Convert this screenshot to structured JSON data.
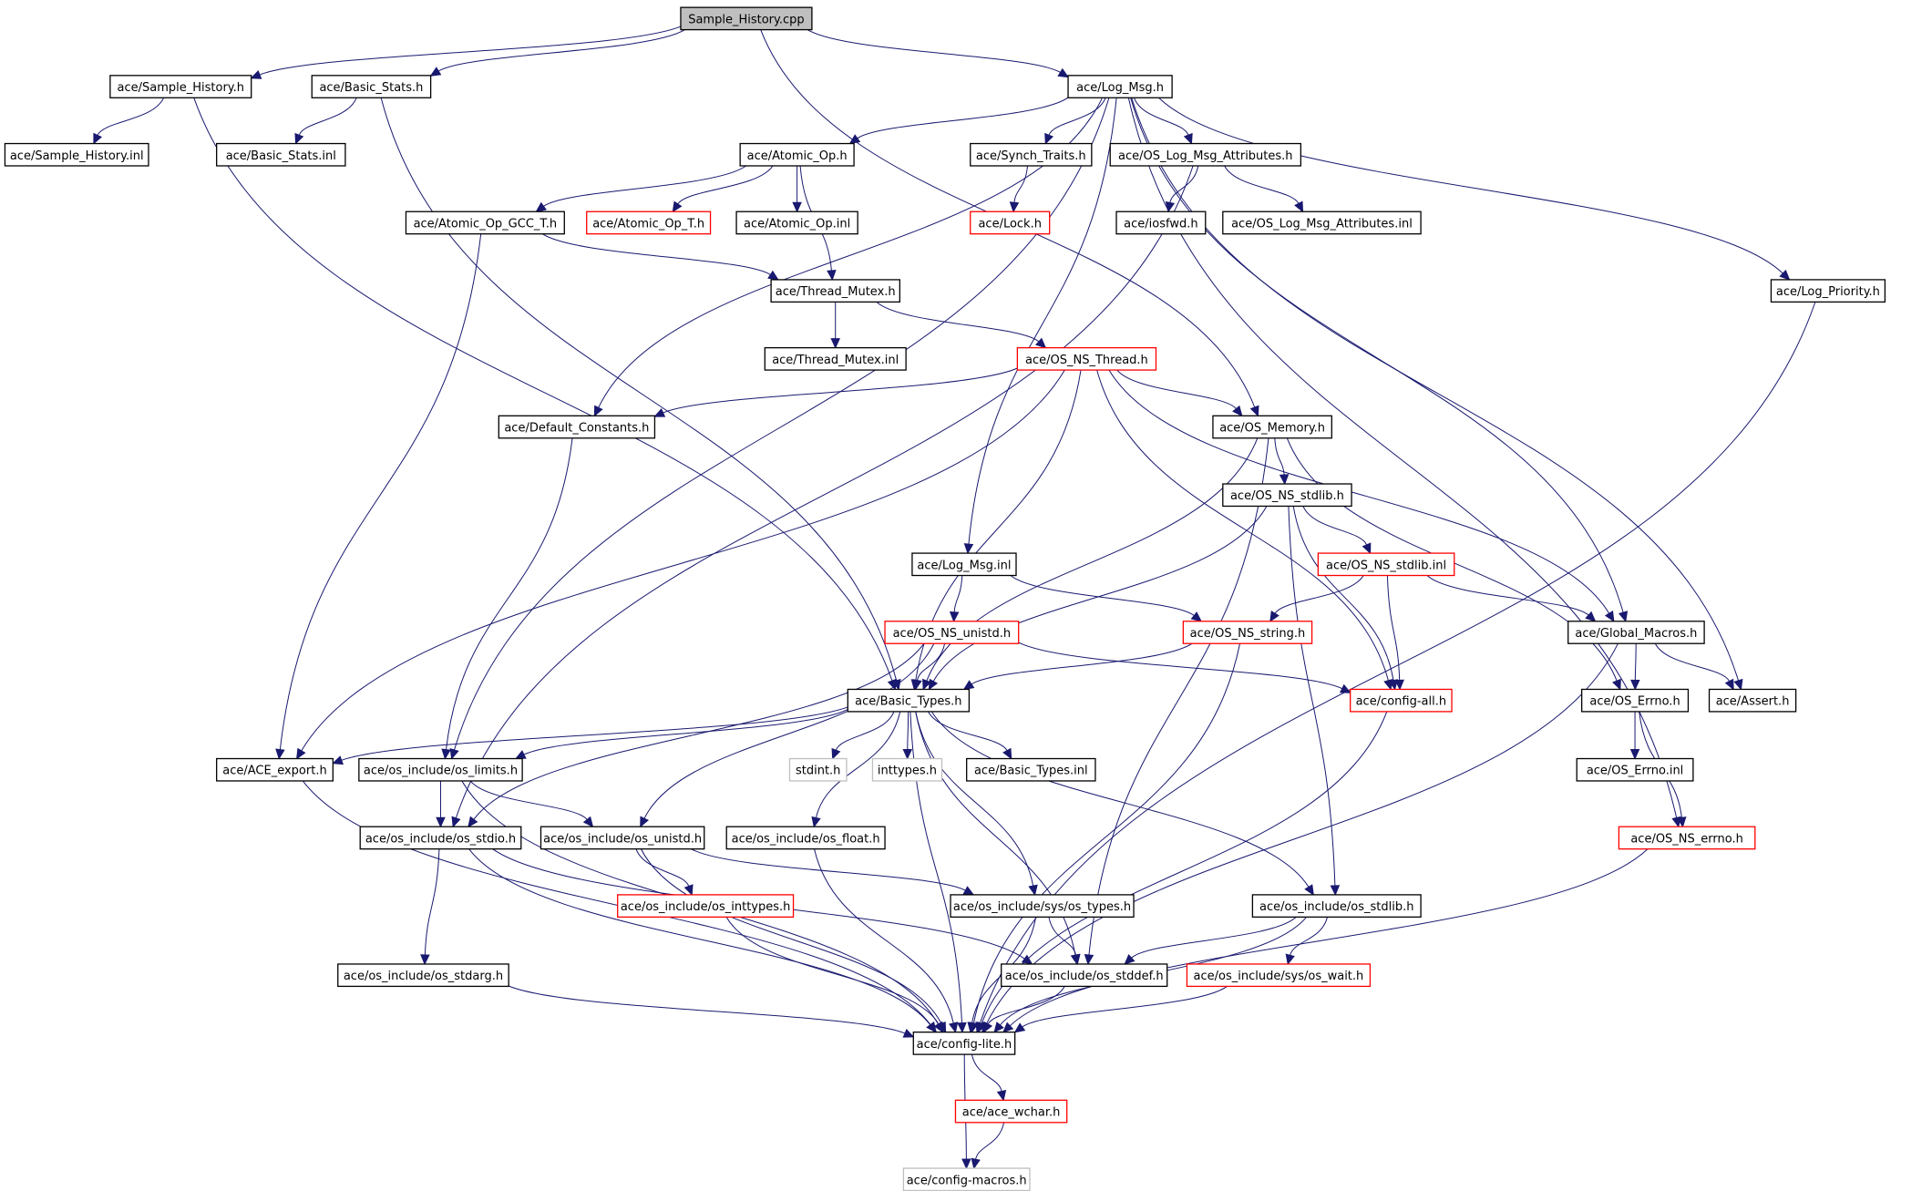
{
  "nodes": [
    {
      "id": "sample_cpp",
      "label": "Sample_History.cpp",
      "kind": "root"
    },
    {
      "id": "sample_h",
      "label": "ace/Sample_History.h",
      "kind": "normal"
    },
    {
      "id": "basic_stats_h",
      "label": "ace/Basic_Stats.h",
      "kind": "normal"
    },
    {
      "id": "log_msg_h",
      "label": "ace/Log_Msg.h",
      "kind": "normal"
    },
    {
      "id": "sample_inl",
      "label": "ace/Sample_History.inl",
      "kind": "normal"
    },
    {
      "id": "basic_stats_inl",
      "label": "ace/Basic_Stats.inl",
      "kind": "normal"
    },
    {
      "id": "atomic_op_h",
      "label": "ace/Atomic_Op.h",
      "kind": "normal"
    },
    {
      "id": "synch_traits_h",
      "label": "ace/Synch_Traits.h",
      "kind": "normal"
    },
    {
      "id": "os_log_attr_h",
      "label": "ace/OS_Log_Msg_Attributes.h",
      "kind": "normal"
    },
    {
      "id": "atomic_gcc_h",
      "label": "ace/Atomic_Op_GCC_T.h",
      "kind": "normal"
    },
    {
      "id": "atomic_t_h",
      "label": "ace/Atomic_Op_T.h",
      "kind": "red"
    },
    {
      "id": "atomic_inl",
      "label": "ace/Atomic_Op.inl",
      "kind": "normal"
    },
    {
      "id": "lock_h",
      "label": "ace/Lock.h",
      "kind": "red"
    },
    {
      "id": "iosfwd_h",
      "label": "ace/iosfwd.h",
      "kind": "normal"
    },
    {
      "id": "os_log_attr_inl",
      "label": "ace/OS_Log_Msg_Attributes.inl",
      "kind": "normal"
    },
    {
      "id": "thread_mutex_h",
      "label": "ace/Thread_Mutex.h",
      "kind": "normal"
    },
    {
      "id": "log_priority_h",
      "label": "ace/Log_Priority.h",
      "kind": "normal"
    },
    {
      "id": "thread_mutex_inl",
      "label": "ace/Thread_Mutex.inl",
      "kind": "normal"
    },
    {
      "id": "os_ns_thread_h",
      "label": "ace/OS_NS_Thread.h",
      "kind": "red"
    },
    {
      "id": "default_constants_h",
      "label": "ace/Default_Constants.h",
      "kind": "normal"
    },
    {
      "id": "os_memory_h",
      "label": "ace/OS_Memory.h",
      "kind": "normal"
    },
    {
      "id": "os_ns_stdlib_h",
      "label": "ace/OS_NS_stdlib.h",
      "kind": "normal"
    },
    {
      "id": "log_msg_inl",
      "label": "ace/Log_Msg.inl",
      "kind": "normal"
    },
    {
      "id": "os_ns_stdlib_inl",
      "label": "ace/OS_NS_stdlib.inl",
      "kind": "red"
    },
    {
      "id": "os_ns_unistd_h",
      "label": "ace/OS_NS_unistd.h",
      "kind": "red"
    },
    {
      "id": "os_ns_string_h",
      "label": "ace/OS_NS_string.h",
      "kind": "red"
    },
    {
      "id": "global_macros_h",
      "label": "ace/Global_Macros.h",
      "kind": "normal"
    },
    {
      "id": "basic_types_h",
      "label": "ace/Basic_Types.h",
      "kind": "normal"
    },
    {
      "id": "config_all_h",
      "label": "ace/config-all.h",
      "kind": "red"
    },
    {
      "id": "os_errno_h",
      "label": "ace/OS_Errno.h",
      "kind": "normal"
    },
    {
      "id": "assert_h",
      "label": "ace/Assert.h",
      "kind": "normal"
    },
    {
      "id": "ace_export_h",
      "label": "ace/ACE_export.h",
      "kind": "normal"
    },
    {
      "id": "os_limits_h",
      "label": "ace/os_include/os_limits.h",
      "kind": "normal"
    },
    {
      "id": "stdint_h",
      "label": "stdint.h",
      "kind": "gray"
    },
    {
      "id": "inttypes_h",
      "label": "inttypes.h",
      "kind": "gray"
    },
    {
      "id": "basic_types_inl",
      "label": "ace/Basic_Types.inl",
      "kind": "normal"
    },
    {
      "id": "os_errno_inl",
      "label": "ace/OS_Errno.inl",
      "kind": "normal"
    },
    {
      "id": "os_stdio_h",
      "label": "ace/os_include/os_stdio.h",
      "kind": "normal"
    },
    {
      "id": "os_unistd_h",
      "label": "ace/os_include/os_unistd.h",
      "kind": "normal"
    },
    {
      "id": "os_float_h",
      "label": "ace/os_include/os_float.h",
      "kind": "normal"
    },
    {
      "id": "os_ns_errno_h",
      "label": "ace/OS_NS_errno.h",
      "kind": "red"
    },
    {
      "id": "os_inttypes_h",
      "label": "ace/os_include/os_inttypes.h",
      "kind": "red"
    },
    {
      "id": "sys_os_types_h",
      "label": "ace/os_include/sys/os_types.h",
      "kind": "normal"
    },
    {
      "id": "os_stdlib_h",
      "label": "ace/os_include/os_stdlib.h",
      "kind": "normal"
    },
    {
      "id": "os_stdarg_h",
      "label": "ace/os_include/os_stdarg.h",
      "kind": "normal"
    },
    {
      "id": "os_stddef_h",
      "label": "ace/os_include/os_stddef.h",
      "kind": "normal"
    },
    {
      "id": "sys_os_wait_h",
      "label": "ace/os_include/sys/os_wait.h",
      "kind": "red"
    },
    {
      "id": "config_lite_h",
      "label": "ace/config-lite.h",
      "kind": "normal"
    },
    {
      "id": "ace_wchar_h",
      "label": "ace/ace_wchar.h",
      "kind": "red"
    },
    {
      "id": "config_macros_h",
      "label": "ace/config-macros.h",
      "kind": "gray"
    }
  ],
  "edges": [
    [
      "sample_cpp",
      "sample_h"
    ],
    [
      "sample_cpp",
      "basic_stats_h"
    ],
    [
      "sample_cpp",
      "log_msg_h"
    ],
    [
      "sample_cpp",
      "os_memory_h"
    ],
    [
      "sample_h",
      "sample_inl"
    ],
    [
      "sample_h",
      "basic_types_h"
    ],
    [
      "basic_stats_h",
      "basic_stats_inl"
    ],
    [
      "basic_stats_h",
      "basic_types_h"
    ],
    [
      "log_msg_h",
      "atomic_op_h"
    ],
    [
      "log_msg_h",
      "synch_traits_h"
    ],
    [
      "log_msg_h",
      "os_log_attr_h"
    ],
    [
      "log_msg_h",
      "log_priority_h"
    ],
    [
      "log_msg_h",
      "default_constants_h"
    ],
    [
      "log_msg_h",
      "log_msg_inl"
    ],
    [
      "log_msg_h",
      "global_macros_h"
    ],
    [
      "log_msg_h",
      "assert_h"
    ],
    [
      "log_msg_h",
      "os_limits_h"
    ],
    [
      "log_msg_h",
      "os_ns_errno_h"
    ],
    [
      "atomic_op_h",
      "atomic_gcc_h"
    ],
    [
      "atomic_op_h",
      "atomic_t_h"
    ],
    [
      "atomic_op_h",
      "atomic_inl"
    ],
    [
      "atomic_op_h",
      "thread_mutex_h"
    ],
    [
      "synch_traits_h",
      "lock_h"
    ],
    [
      "os_log_attr_h",
      "iosfwd_h"
    ],
    [
      "os_log_attr_h",
      "os_log_attr_inl"
    ],
    [
      "os_log_attr_h",
      "os_stdio_h"
    ],
    [
      "atomic_gcc_h",
      "thread_mutex_h"
    ],
    [
      "atomic_gcc_h",
      "ace_export_h"
    ],
    [
      "thread_mutex_h",
      "thread_mutex_inl"
    ],
    [
      "thread_mutex_h",
      "os_ns_thread_h"
    ],
    [
      "log_priority_h",
      "config_lite_h"
    ],
    [
      "os_ns_thread_h",
      "default_constants_h"
    ],
    [
      "os_ns_thread_h",
      "os_memory_h"
    ],
    [
      "os_ns_thread_h",
      "global_macros_h"
    ],
    [
      "os_ns_thread_h",
      "basic_types_h"
    ],
    [
      "os_ns_thread_h",
      "config_all_h"
    ],
    [
      "os_ns_thread_h",
      "ace_export_h"
    ],
    [
      "default_constants_h",
      "os_limits_h"
    ],
    [
      "os_memory_h",
      "os_ns_stdlib_h"
    ],
    [
      "os_memory_h",
      "os_errno_h"
    ],
    [
      "os_memory_h",
      "basic_types_h"
    ],
    [
      "os_memory_h",
      "os_stddef_h"
    ],
    [
      "os_ns_stdlib_h",
      "os_ns_stdlib_inl"
    ],
    [
      "os_ns_stdlib_h",
      "basic_types_h"
    ],
    [
      "os_ns_stdlib_h",
      "config_all_h"
    ],
    [
      "os_ns_stdlib_h",
      "os_stdlib_h"
    ],
    [
      "log_msg_inl",
      "os_ns_unistd_h"
    ],
    [
      "log_msg_inl",
      "os_ns_string_h"
    ],
    [
      "os_ns_stdlib_inl",
      "os_ns_string_h"
    ],
    [
      "os_ns_stdlib_inl",
      "global_macros_h"
    ],
    [
      "os_ns_stdlib_inl",
      "config_all_h"
    ],
    [
      "os_ns_unistd_h",
      "basic_types_h"
    ],
    [
      "os_ns_unistd_h",
      "config_all_h"
    ],
    [
      "os_ns_unistd_h",
      "os_unistd_h"
    ],
    [
      "os_ns_unistd_h",
      "os_stdio_h"
    ],
    [
      "os_ns_string_h",
      "basic_types_h"
    ],
    [
      "os_ns_string_h",
      "config_lite_h"
    ],
    [
      "global_macros_h",
      "os_errno_h"
    ],
    [
      "global_macros_h",
      "assert_h"
    ],
    [
      "global_macros_h",
      "config_lite_h"
    ],
    [
      "basic_types_h",
      "ace_export_h"
    ],
    [
      "basic_types_h",
      "os_limits_h"
    ],
    [
      "basic_types_h",
      "stdint_h"
    ],
    [
      "basic_types_h",
      "inttypes_h"
    ],
    [
      "basic_types_h",
      "basic_types_inl"
    ],
    [
      "basic_types_h",
      "os_float_h"
    ],
    [
      "basic_types_h",
      "sys_os_types_h"
    ],
    [
      "basic_types_h",
      "os_stddef_h"
    ],
    [
      "basic_types_h",
      "os_stdlib_h"
    ],
    [
      "basic_types_h",
      "config_lite_h"
    ],
    [
      "config_all_h",
      "config_lite_h"
    ],
    [
      "os_errno_h",
      "os_errno_inl"
    ],
    [
      "os_errno_h",
      "os_ns_errno_h"
    ],
    [
      "ace_export_h",
      "config_lite_h"
    ],
    [
      "os_limits_h",
      "os_stdio_h"
    ],
    [
      "os_limits_h",
      "os_unistd_h"
    ],
    [
      "os_limits_h",
      "config_lite_h"
    ],
    [
      "os_stdio_h",
      "os_stdarg_h"
    ],
    [
      "os_stdio_h",
      "os_stddef_h"
    ],
    [
      "os_stdio_h",
      "config_lite_h"
    ],
    [
      "os_unistd_h",
      "os_inttypes_h"
    ],
    [
      "os_unistd_h",
      "sys_os_types_h"
    ],
    [
      "os_unistd_h",
      "config_lite_h"
    ],
    [
      "os_float_h",
      "config_lite_h"
    ],
    [
      "os_ns_errno_h",
      "config_lite_h"
    ],
    [
      "os_inttypes_h",
      "config_lite_h"
    ],
    [
      "sys_os_types_h",
      "os_stddef_h"
    ],
    [
      "sys_os_types_h",
      "config_lite_h"
    ],
    [
      "os_stdlib_h",
      "os_stddef_h"
    ],
    [
      "os_stdlib_h",
      "sys_os_wait_h"
    ],
    [
      "os_stdlib_h",
      "config_lite_h"
    ],
    [
      "os_stdarg_h",
      "config_lite_h"
    ],
    [
      "os_stddef_h",
      "config_lite_h"
    ],
    [
      "sys_os_wait_h",
      "config_lite_h"
    ],
    [
      "config_lite_h",
      "ace_wchar_h"
    ],
    [
      "config_lite_h",
      "config_macros_h"
    ],
    [
      "ace_wchar_h",
      "config_macros_h"
    ]
  ]
}
